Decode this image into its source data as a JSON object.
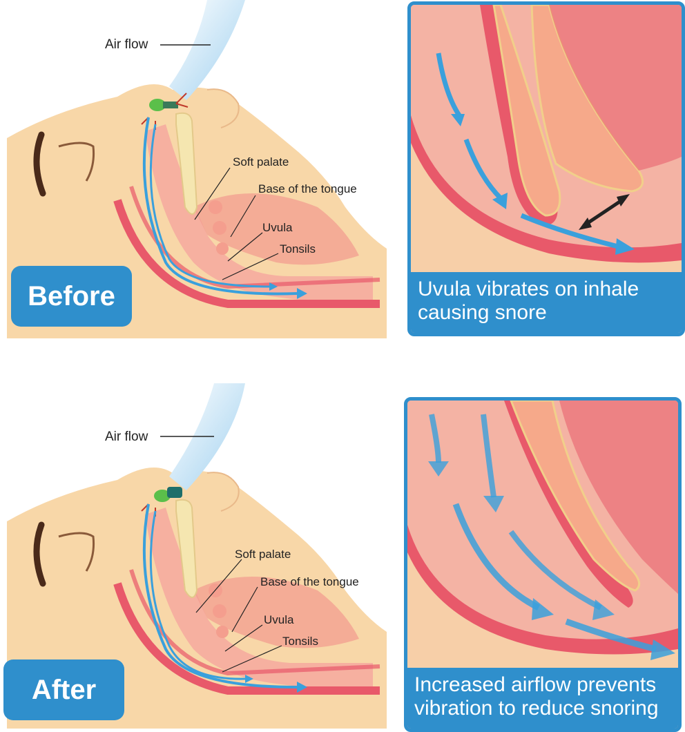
{
  "before": {
    "stage_label": "Before",
    "labels": {
      "air_flow": "Air flow",
      "soft_palate": "Soft palate",
      "base_of_tongue": "Base of the tongue",
      "uvula": "Uvula",
      "tonsils": "Tonsils"
    },
    "caption_line1": "Uvula vibrates on inhale",
    "caption_line2": "causing snore"
  },
  "after": {
    "stage_label": "After",
    "labels": {
      "air_flow": "Air flow",
      "soft_palate": "Soft palate",
      "base_of_tongue": "Base of the tongue",
      "uvula": "Uvula",
      "tonsils": "Tonsils"
    },
    "caption_line1": "Increased airflow prevents",
    "caption_line2": "vibration to reduce snoring"
  },
  "colors": {
    "skin": "#f8d7a8",
    "airway": "#e8596a",
    "tissue": "#f4a79a",
    "bone": "#f5e6b0",
    "air_blue": "#3aa0dc",
    "accent": "#2f8fcc"
  }
}
